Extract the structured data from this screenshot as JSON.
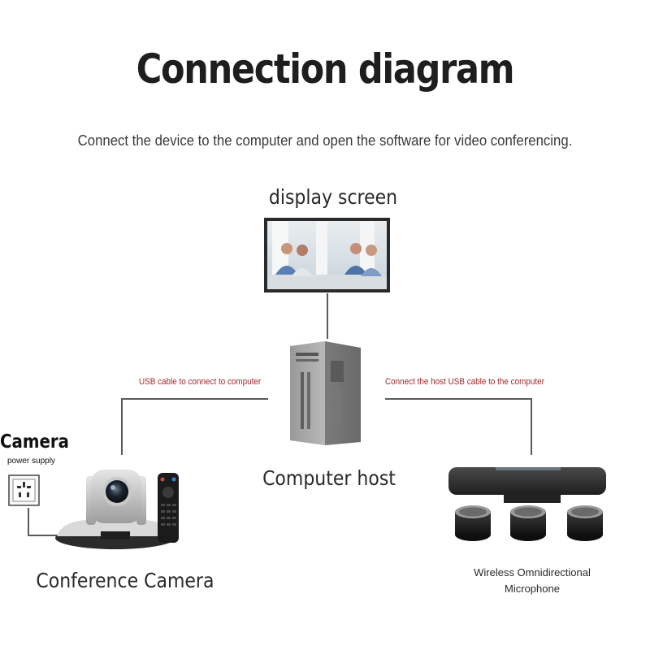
{
  "header": {
    "title": "Connection diagram",
    "subtitle": "Connect the device to the computer and open the software for video conferencing."
  },
  "nodes": {
    "display": {
      "label": "display screen"
    },
    "host": {
      "label": "Computer host"
    },
    "camera": {
      "label": "Conference Camera"
    },
    "microphone": {
      "label_line1": "Wireless Omnidirectional",
      "label_line2": "Microphone"
    },
    "power": {
      "title": "Camera",
      "subtitle": "power supply"
    }
  },
  "connections": {
    "camera_to_host": "USB cable to connect to computer",
    "mic_to_host": "Connect the host USB cable to the computer"
  },
  "colors": {
    "cable_label": "#a8262b",
    "wire": "#5b5b5b",
    "text": "#2b2b2b"
  }
}
